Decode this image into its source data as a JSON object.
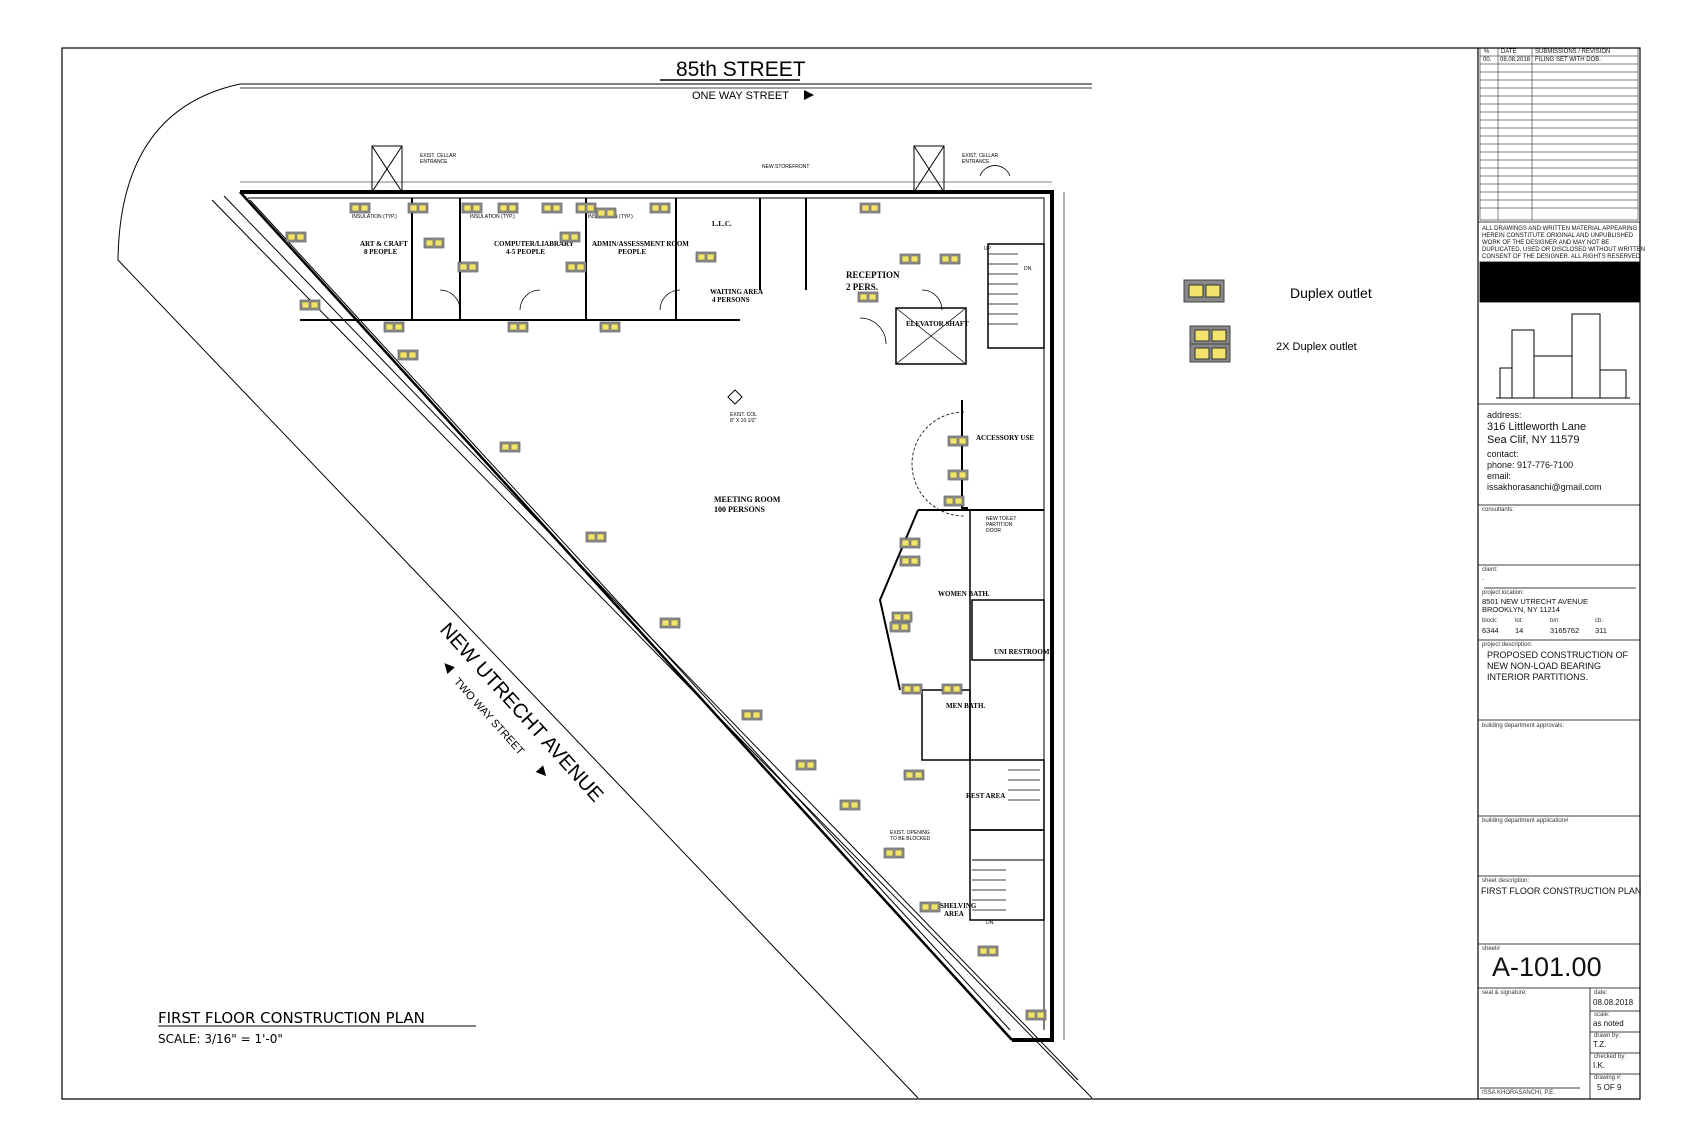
{
  "street_top": {
    "name": "85th STREET",
    "direction": "ONE WAY STREET"
  },
  "street_diag": {
    "name": "NEW UTRECHT AVENUE",
    "direction": "TWO WAY STREET"
  },
  "plan_title": {
    "title": "FIRST FLOOR CONSTRUCTION PLAN",
    "scale": "SCALE: 3/16\" = 1'-0\""
  },
  "rooms": {
    "art": [
      "ART & CRAFT",
      "8 PEOPLE"
    ],
    "computer": [
      "COMPUTER/LIABRARY",
      "4-5 PEOPLE"
    ],
    "admin": [
      "ADMIN/ASSESSMENT ROOM",
      "PEOPLE"
    ],
    "waiting": [
      "WAITING AREA",
      "4 PERSONS"
    ],
    "reception": [
      "RECEPTION",
      "2 PERS."
    ],
    "elevator": "ELEVATOR SHAFT",
    "meeting": [
      "MEETING ROOM",
      "100 PERSONS"
    ],
    "accessory": "ACCESSORY USE",
    "women": "WOMEN BATH.",
    "men": "MEN BATH.",
    "unisex": "UNI RESTROOM",
    "rest": "REST AREA",
    "shelving": [
      "SHELVING",
      "AREA"
    ],
    "llc": "L.L.C."
  },
  "notes": {
    "cellar_left": [
      "EXIST. CELLAR",
      "ENTRANCE"
    ],
    "cellar_right": [
      "EXIST. CELLAR",
      "ENTRANCE"
    ],
    "storefront": [
      "NEW STOREFRONT"
    ],
    "insulation": "INSULATION (TYP.)",
    "col": [
      "EXIST. COL",
      "8\" X 10 1/2\""
    ],
    "opening": [
      "EXIST. OPENING",
      "TO BE BLOCKED"
    ],
    "partition_door": [
      "NEW TOILET",
      "PARTITION",
      "DOOR"
    ],
    "up": "UP",
    "dn": "DN."
  },
  "legend": [
    {
      "label": "Duplex outlet"
    },
    {
      "label": "2X Duplex outlet"
    }
  ],
  "title_block": {
    "rev_headers": [
      "%",
      "DATE",
      "SUBMISSIONS / REVISION"
    ],
    "rev_rows": [
      [
        "00.",
        "08.08.2018",
        "FILING SET WITH DOB."
      ]
    ],
    "copyright": [
      "ALL DRAWINGS AND WRITTEN MATERIAL APPEARING",
      "HEREIN CONSTITUTE ORIGINAL AND UNPUBLISHED",
      "WORK OF THE DESIGNER AND MAY NOT BE",
      "DUPLICATED, USED OR DISCLOSED WITHOUT WRITTEN",
      "CONSENT OF THE DESIGNER. ALL RIGHTS RESERVED"
    ],
    "address_label": "address:",
    "address_1": "316 Littleworth Lane",
    "address_2": "Sea Clif, NY 11579",
    "contact_label": "contact:",
    "phone": "phone: 917-776-7100",
    "email_label": "email:",
    "email": "issakhorasanchi@gmail.com",
    "consultants_label": "consultants:",
    "client_label": "client:",
    "client_value": "-",
    "location_label": "project location:",
    "location_1": "8501 NEW UTRECHT AVENUE",
    "location_2": "BROOKLYN, NY 11214",
    "block_label": "block:",
    "block": "6344",
    "lot_label": "lot:",
    "lot": "14",
    "bin_label": "bin:",
    "bin": "3165762",
    "cb_label": "cb:",
    "cb": "311",
    "description_label": "project description:",
    "description_1": "PROPOSED CONSTRUCTION OF",
    "description_2": "NEW NON-LOAD BEARING",
    "description_3": "INTERIOR PARTITIONS.",
    "approvals_label": "building department approvals:",
    "application_label": "building department application#",
    "sheet_desc_label": "sheet description:",
    "sheet_desc": "FIRST FLOOR CONSTRUCTION PLAN",
    "sheet_num_label": "sheet#",
    "sheet_num": "A-101.00",
    "seal_label": "seal & signature:",
    "date_label": "date:",
    "date": "08.08.2018",
    "scale_label": "scale:",
    "scale": "as noted",
    "drawn_label": "drawn by:",
    "drawn": "T.Z.",
    "checked_label": "checked by:",
    "checked": "I.K.",
    "drawing_label": "drawing #:",
    "drawing": "5  OF 9",
    "engineer": "ISSA KHORASANCHI, P.E."
  }
}
